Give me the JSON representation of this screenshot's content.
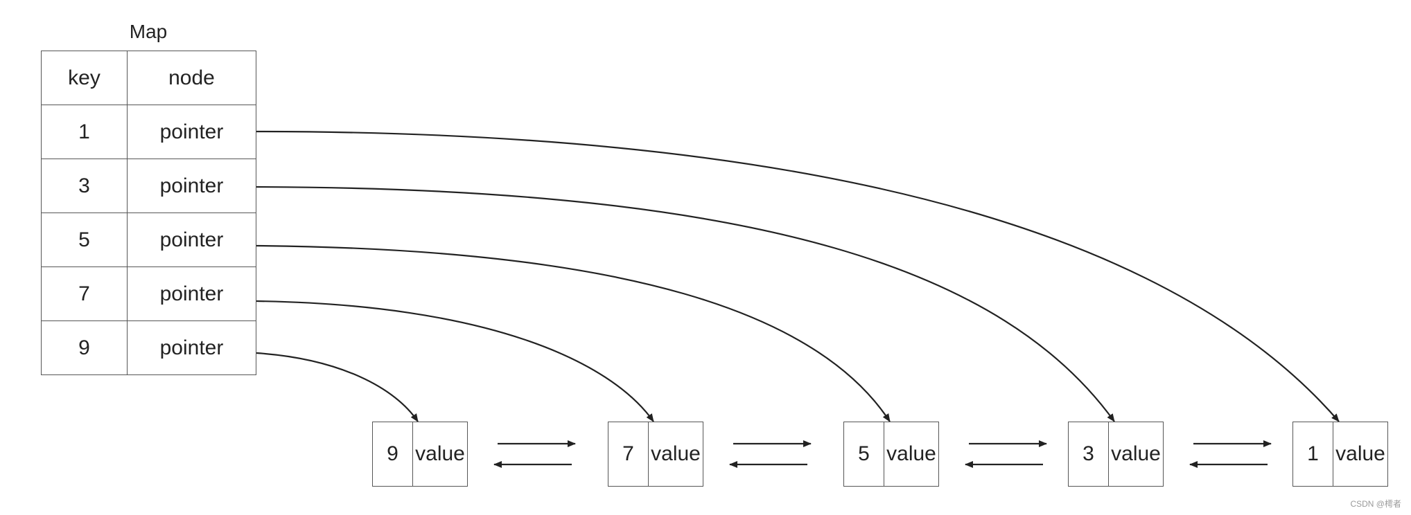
{
  "map": {
    "title": "Map",
    "headers": {
      "key": "key",
      "node": "node"
    },
    "rows": [
      {
        "key": "1",
        "node": "pointer"
      },
      {
        "key": "3",
        "node": "pointer"
      },
      {
        "key": "5",
        "node": "pointer"
      },
      {
        "key": "7",
        "node": "pointer"
      },
      {
        "key": "9",
        "node": "pointer"
      }
    ]
  },
  "list": {
    "nodes": [
      {
        "key": "9",
        "value": "value"
      },
      {
        "key": "7",
        "value": "value"
      },
      {
        "key": "5",
        "value": "value"
      },
      {
        "key": "3",
        "value": "value"
      },
      {
        "key": "1",
        "value": "value"
      }
    ]
  },
  "colors": {
    "line": "#222222",
    "border": "#555555"
  },
  "watermark": "CSDN @樗者"
}
